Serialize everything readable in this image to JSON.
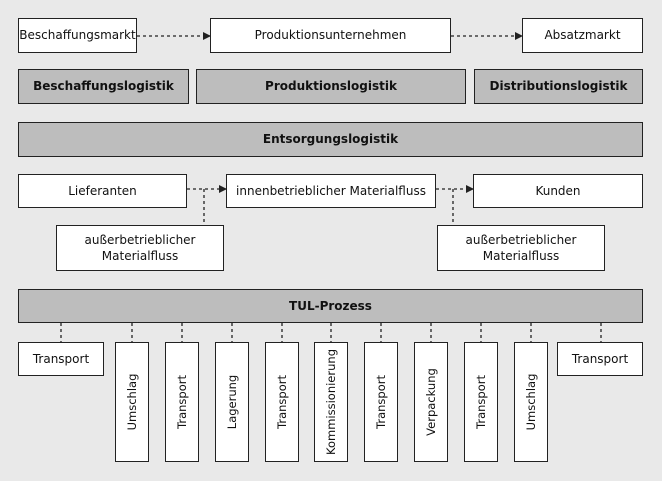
{
  "row1": {
    "left": "Beschaffungsmarkt",
    "center": "Produktionsunternehmen",
    "right": "Absatzmarkt"
  },
  "row2": {
    "left": "Beschaffungslogistik",
    "center": "Produktionslogistik",
    "right": "Distributionslogistik"
  },
  "row3": {
    "label": "Entsorgungslogistik"
  },
  "row4": {
    "left": "Lieferanten",
    "center": "innenbetrieblicher Materialfluss",
    "right": "Kunden",
    "sub_left": [
      "außerbetrieblicher",
      "Materialfluss"
    ],
    "sub_right": [
      "außerbetrieblicher",
      "Materialfluss"
    ]
  },
  "tul": {
    "label": "TUL-Prozess",
    "steps": [
      "Transport",
      "Umschlag",
      "Transport",
      "Lagerung",
      "Transport",
      "Kommissionierung",
      "Transport",
      "Verpackung",
      "Transport",
      "Umschlag",
      "Transport"
    ]
  }
}
